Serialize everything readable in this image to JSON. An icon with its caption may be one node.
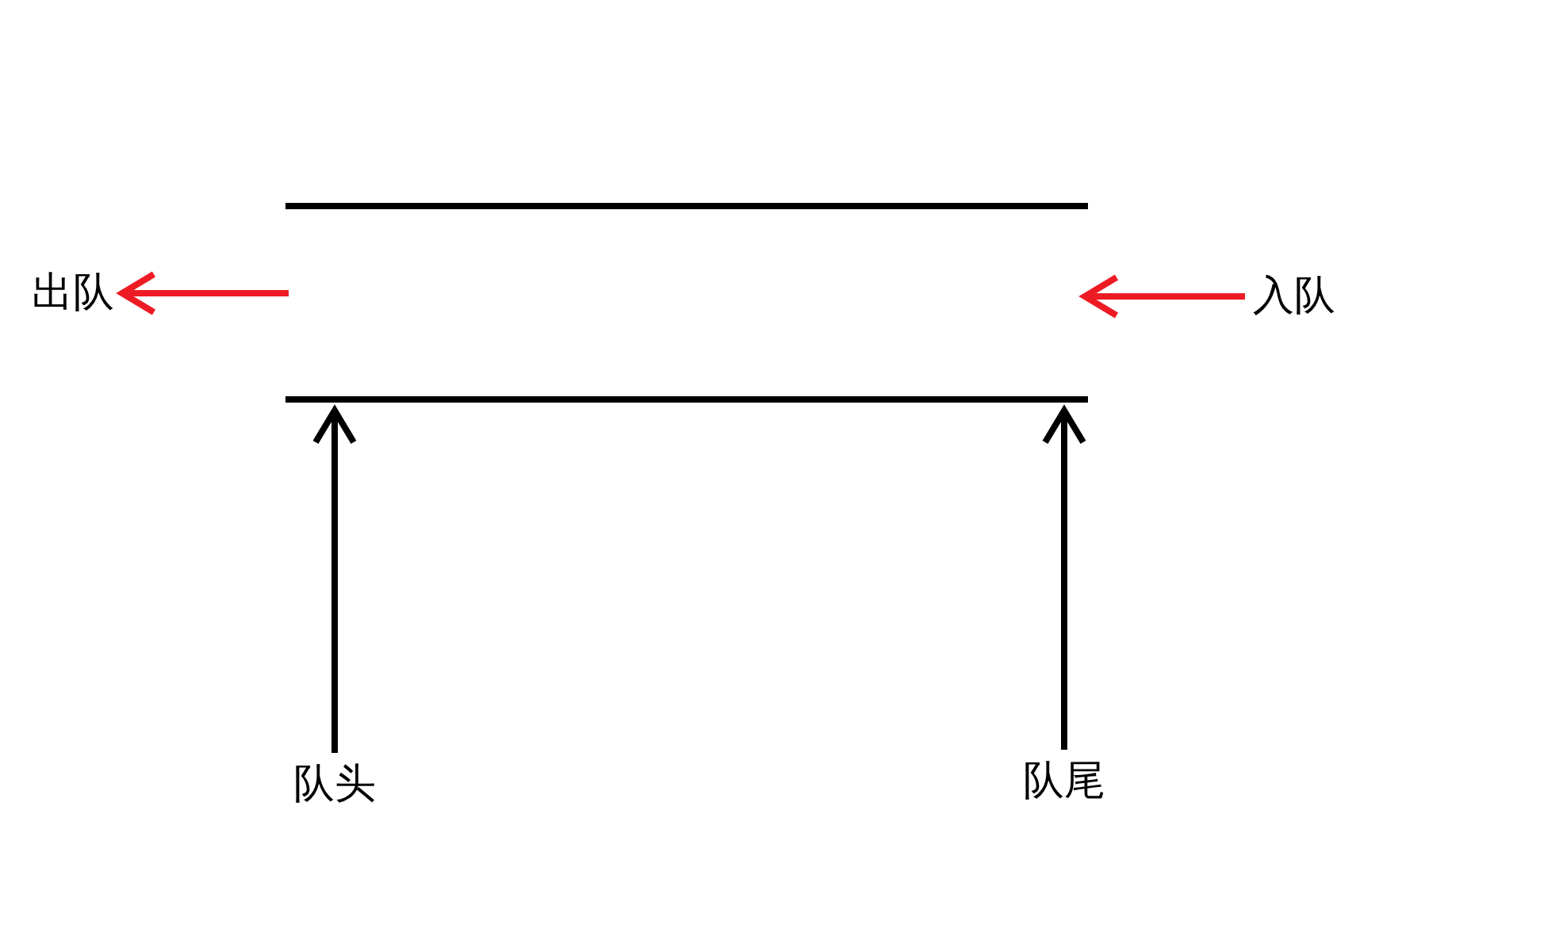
{
  "diagram": {
    "nodes": [
      {
        "text": [],
        "shape": "box"
      },
      {
        "text": [
          "出队"
        ]
      },
      {
        "text": [
          "入队"
        ]
      },
      {
        "text": [
          "队头"
        ]
      },
      {
        "text": [
          "队尾"
        ]
      }
    ],
    "edges": [
      {
        "from": 0,
        "to": 1,
        "arrow": "to",
        "color": "#ed1c24"
      },
      {
        "from": 2,
        "to": 0,
        "arrow": "to",
        "color": "#ed1c24"
      },
      {
        "from": 3,
        "to": 0,
        "arrow": "to",
        "color": "#000000"
      },
      {
        "from": 4,
        "to": 0,
        "arrow": "to",
        "color": "#000000"
      }
    ]
  }
}
